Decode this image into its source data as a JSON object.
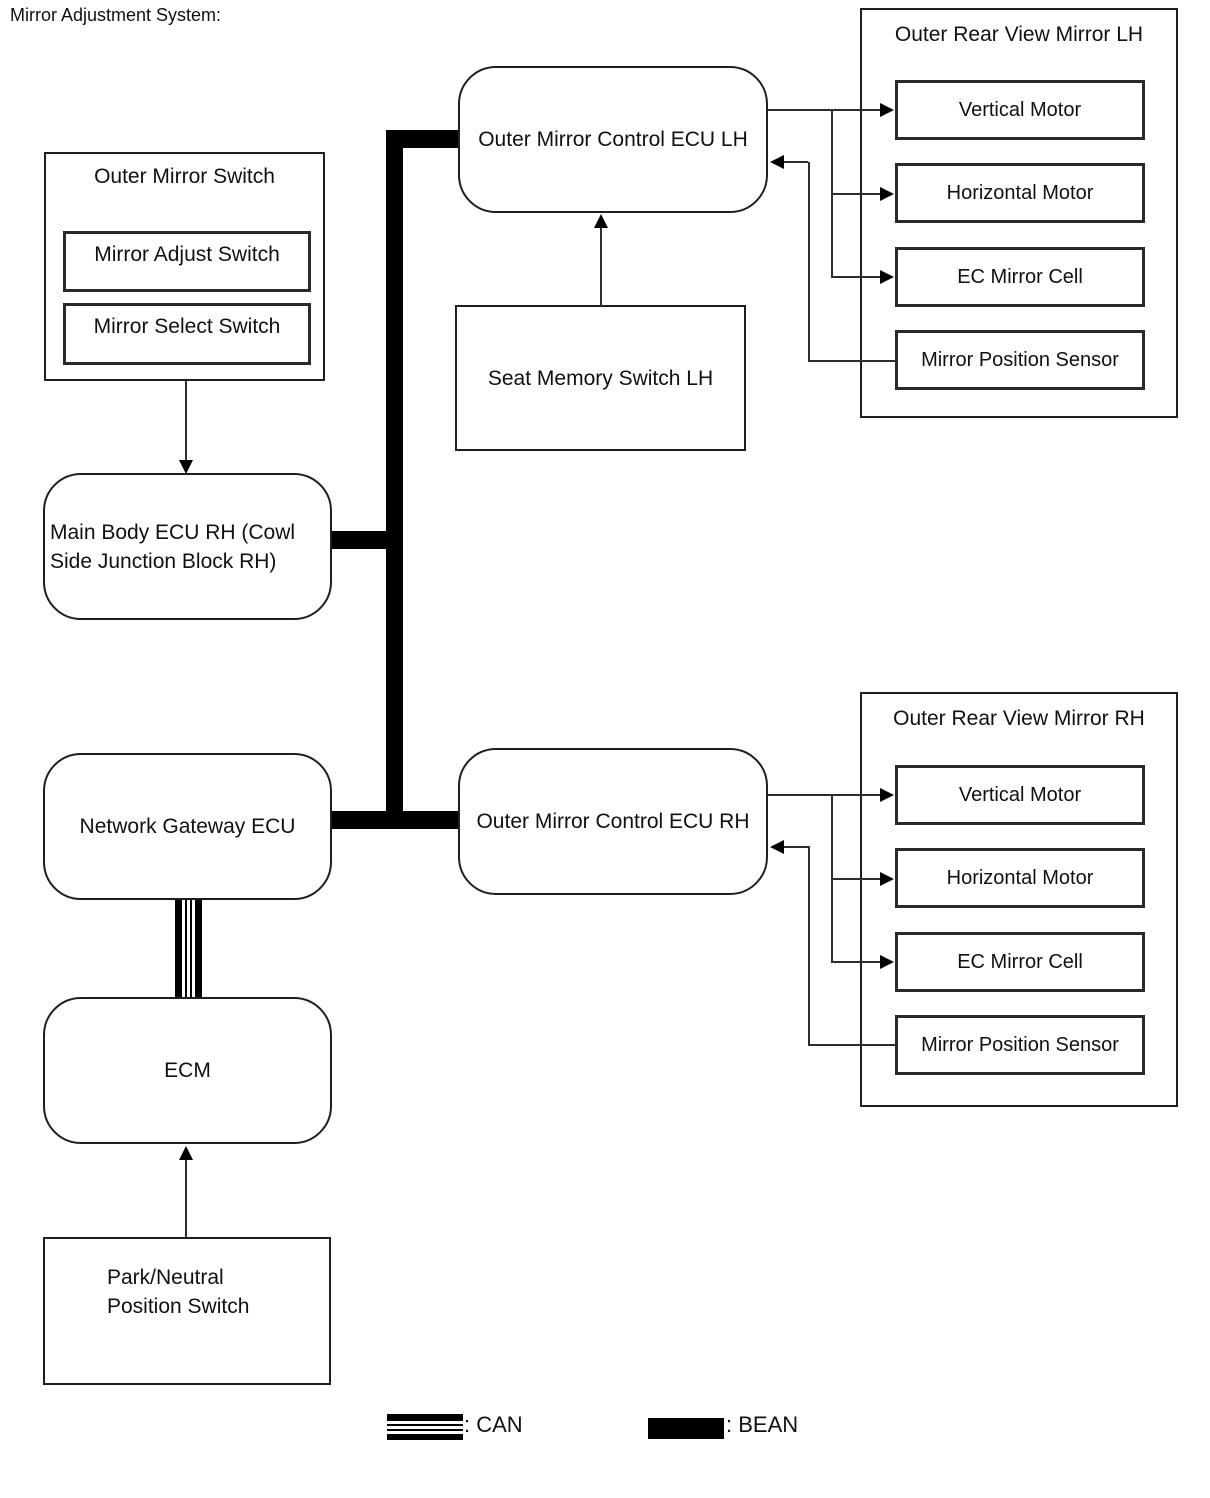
{
  "title": "Mirror Adjustment System:",
  "nodes": {
    "outer_mirror_switch": {
      "label": "Outer Mirror Switch",
      "adjust": "Mirror Adjust Switch",
      "select": "Mirror Select Switch"
    },
    "main_body_ecu": {
      "label": "Main Body ECU RH (Cowl\nSide Junction Block RH)"
    },
    "network_gateway_ecu": {
      "label": "Network Gateway ECU"
    },
    "ecm": {
      "label": "ECM"
    },
    "park_neutral_switch": {
      "label": "Park/Neutral\nPosition Switch"
    },
    "seat_memory_switch": {
      "label": "Seat Memory Switch LH"
    },
    "ecu_lh": {
      "label": "Outer Mirror Control ECU LH"
    },
    "ecu_rh": {
      "label": "Outer Mirror Control ECU RH"
    },
    "mirror_lh": {
      "label": "Outer Rear View Mirror LH",
      "items": [
        "Vertical Motor",
        "Horizontal Motor",
        "EC Mirror Cell",
        "Mirror Position Sensor"
      ]
    },
    "mirror_rh": {
      "label": "Outer Rear View Mirror RH",
      "items": [
        "Vertical Motor",
        "Horizontal Motor",
        "EC Mirror Cell",
        "Mirror Position Sensor"
      ]
    }
  },
  "legend": {
    "can": ": CAN",
    "bean": ": BEAN"
  },
  "colors": {
    "bus_bean": "#000000",
    "line": "#2e2e2e",
    "border": "#1f1f1f",
    "background": "#ffffff"
  }
}
